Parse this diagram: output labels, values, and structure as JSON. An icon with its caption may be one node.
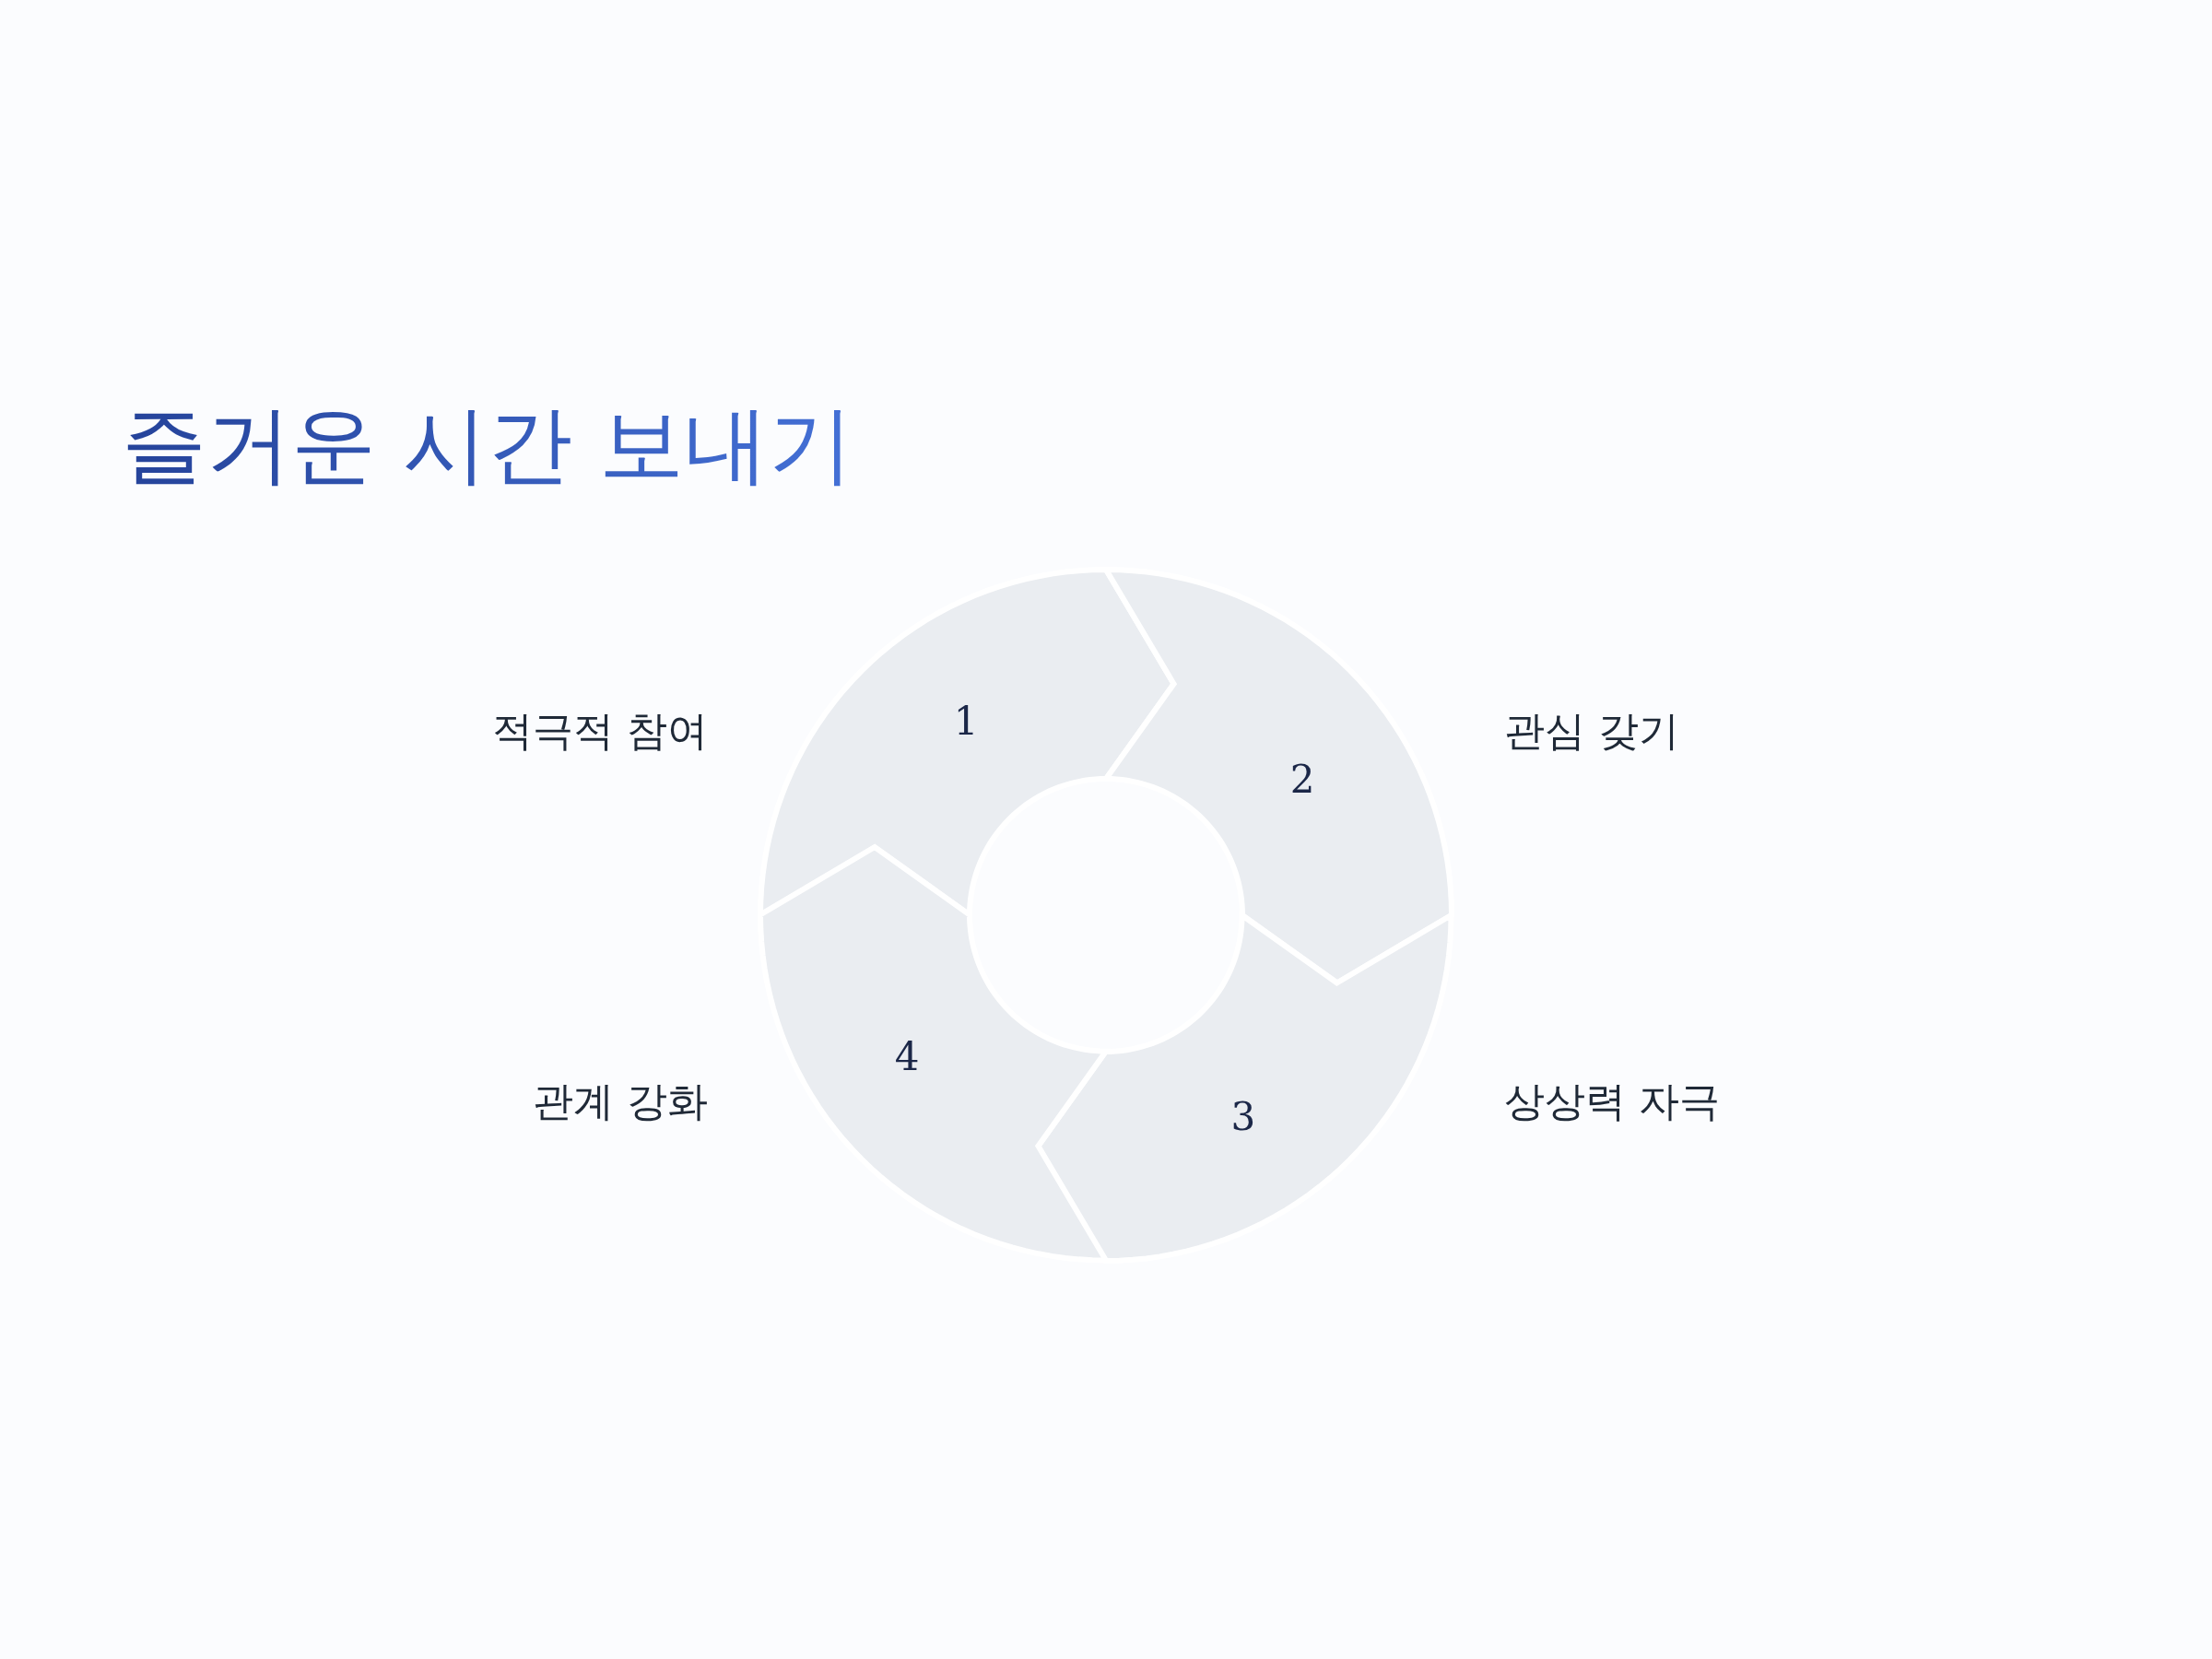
{
  "diagram": {
    "title": "즐거운 시간 보내기",
    "nodes": [
      {
        "text": [
          "1"
        ],
        "beside": [
          "적극적 참여"
        ]
      },
      {
        "text": [
          "2"
        ],
        "beside": [
          "관심 갖기"
        ]
      },
      {
        "text": [
          "3"
        ],
        "beside": [
          "상상력 자극"
        ]
      },
      {
        "text": [
          "4"
        ],
        "beside": [
          "관계 강화"
        ]
      }
    ]
  }
}
